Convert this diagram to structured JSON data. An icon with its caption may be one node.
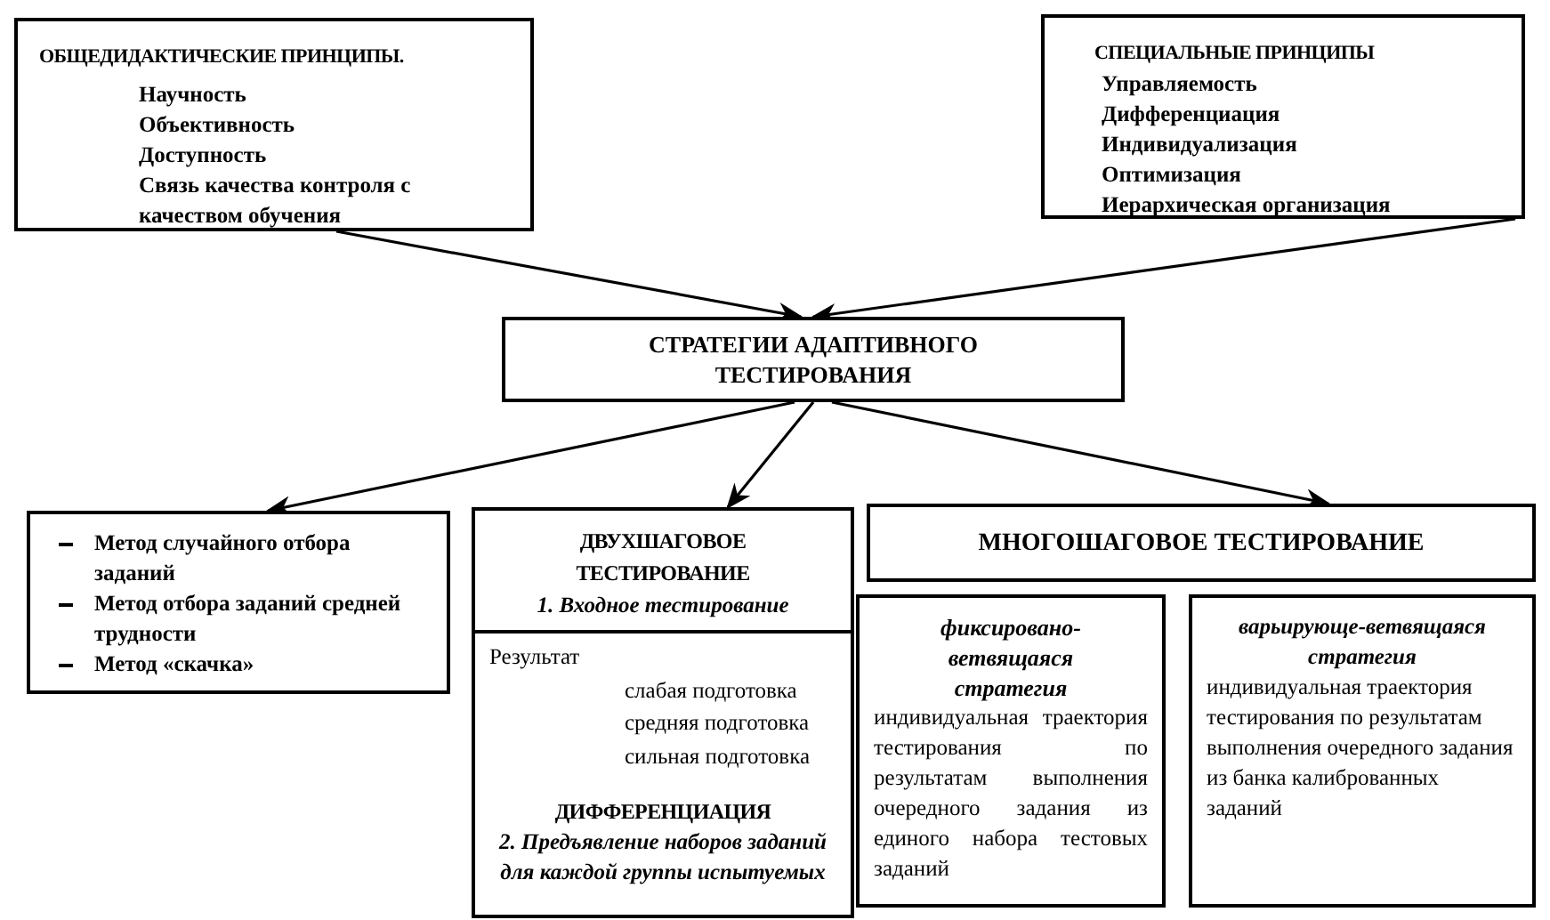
{
  "diagram": {
    "nodes": [
      {
        "text": [
          "ОБЩЕДИДАКТИЧЕСКИЕ ПРИНЦИПЫ.",
          "Научность",
          "Объективность",
          "Доступность",
          "Связь качества контроля с качеством обучения"
        ]
      },
      {
        "text": [
          "СПЕЦИАЛЬНЫЕ ПРИНЦИПЫ",
          "Управляемость",
          "Дифференциация",
          "Индивидуализация",
          "Оптимизация",
          "Иерархическая организация"
        ]
      },
      {
        "text": [
          "СТРАТЕГИИ АДАПТИВНОГО ТЕСТИРОВАНИЯ"
        ]
      },
      {
        "text": [
          "Метод случайного отбора заданий",
          "Метод отбора заданий средней трудности",
          "Метод «скачка»"
        ]
      },
      {
        "text": [
          "ДВУХШАГОВОЕ ТЕСТИРОВАНИЕ",
          "1. Входное тестирование",
          "Результат",
          "слабая подготовка",
          "средняя подготовка",
          "сильная подготовка",
          "ДИФФЕРЕНЦИАЦИЯ",
          "2. Предъявление наборов заданий для каждой группы испытуемых"
        ]
      },
      {
        "text": [
          "МНОГОШАГОВОЕ ТЕСТИРОВАНИЕ"
        ]
      },
      {
        "text": [
          "фиксировано-ветвящаяся стратегия",
          "индивидуальная траектория тестирования по результатам выполнения очередного задания из единого набора тестовых заданий"
        ]
      },
      {
        "text": [
          "варьирующе-ветвящаяся стратегия",
          "индивидуальная траектория тестирования по результатам выполнения очередного задания из банка калиброванных заданий"
        ]
      }
    ],
    "edges": [
      {
        "from": 0,
        "to": 2,
        "arrow": "to"
      },
      {
        "from": 1,
        "to": 2,
        "arrow": "to"
      },
      {
        "from": 2,
        "to": 3,
        "arrow": "to"
      },
      {
        "from": 2,
        "to": 4,
        "arrow": "to"
      },
      {
        "from": 2,
        "to": 5,
        "arrow": "to"
      }
    ]
  }
}
